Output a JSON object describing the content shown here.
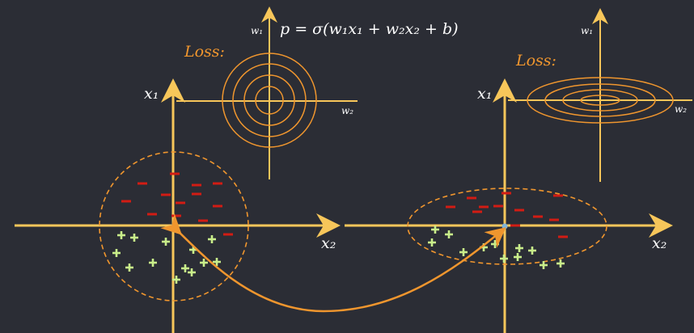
{
  "formula": "p = σ(w₁x₁ + w₂x₂ + b)",
  "colors": {
    "background": "#2b2d35",
    "axis": "#f7c65a",
    "contour": "#f0962e",
    "minus": "#d21c14",
    "plus": "#c9ee8a",
    "origin": "#7fb4d9"
  },
  "left_panel": {
    "loss_label": "Loss:",
    "w1_label": "w₁",
    "w2_label": "w₂",
    "x1_label": "x₁",
    "x2_label": "x₂",
    "contour_shape": "circles",
    "minus_count": 13,
    "plus_count": 13
  },
  "right_panel": {
    "loss_label": "Loss:",
    "w1_label": "w₁",
    "w2_label": "w₂",
    "x1_label": "x₁",
    "x2_label": "x₂",
    "contour_shape": "ellipses",
    "minus_count": 12,
    "plus_count": 12
  }
}
